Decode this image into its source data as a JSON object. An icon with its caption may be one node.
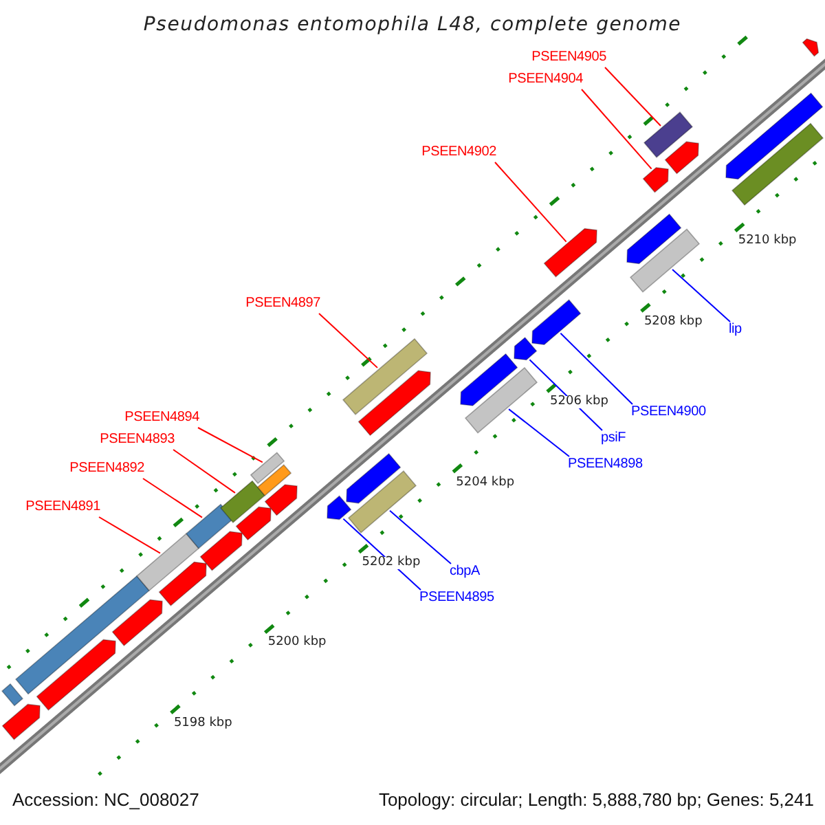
{
  "diagram": {
    "title": "Pseudomonas entomophila L48, complete genome",
    "nodes": [
      {
        "text": [
          "PSEEN4905"
        ]
      },
      {
        "text": [
          "PSEEN4904"
        ]
      },
      {
        "text": [
          "PSEEN4902"
        ]
      },
      {
        "text": [
          "PSEEN4897"
        ]
      },
      {
        "text": [
          "PSEEN4894"
        ]
      },
      {
        "text": [
          "PSEEN4893"
        ]
      },
      {
        "text": [
          "PSEEN4892"
        ]
      },
      {
        "text": [
          "PSEEN4891"
        ]
      },
      {
        "text": [
          "lip"
        ]
      },
      {
        "text": [
          "PSEEN4900"
        ]
      },
      {
        "text": [
          "psiF"
        ]
      },
      {
        "text": [
          "PSEEN4898"
        ]
      },
      {
        "text": [
          "cbpA"
        ]
      },
      {
        "text": [
          "PSEEN4895"
        ]
      },
      {
        "text": [],
        "shape": "bar"
      },
      {
        "text": [],
        "shape": "arrow"
      },
      {
        "text": [],
        "shape": "arrow"
      },
      {
        "text": [],
        "shape": "bar"
      },
      {
        "text": [],
        "shape": "arrow"
      },
      {
        "text": [],
        "shape": "bar"
      },
      {
        "text": [],
        "shape": "arrow"
      },
      {
        "text": [],
        "shape": "bar"
      },
      {
        "text": [],
        "shape": "arrow"
      },
      {
        "text": [],
        "shape": "bar"
      },
      {
        "text": [],
        "shape": "arrow"
      },
      {
        "text": [],
        "shape": "bar"
      },
      {
        "text": [],
        "shape": "bar"
      },
      {
        "text": [],
        "shape": "arrow"
      },
      {
        "text": [],
        "shape": "arrow"
      },
      {
        "text": [],
        "shape": "arrow"
      },
      {
        "text": [],
        "shape": "bar"
      },
      {
        "text": [],
        "shape": "bar"
      },
      {
        "text": [],
        "shape": "arrow"
      },
      {
        "text": [],
        "shape": "arrow"
      },
      {
        "text": [],
        "shape": "bar"
      },
      {
        "text": [],
        "shape": "arrow"
      },
      {
        "text": [],
        "shape": "arrow"
      },
      {
        "text": [],
        "shape": "arrow"
      },
      {
        "text": [],
        "shape": "arrow"
      },
      {
        "text": [],
        "shape": "arrow"
      },
      {
        "text": [],
        "shape": "bar"
      },
      {
        "text": [],
        "shape": "bar"
      },
      {
        "text": [],
        "shape": "arrow"
      },
      {
        "text": [],
        "shape": "arrow"
      },
      {
        "text": [],
        "shape": "bar"
      },
      {
        "text": [],
        "shape": "arrow"
      }
    ],
    "edges": [
      {
        "from": 0,
        "to": 41,
        "arrow": "none"
      },
      {
        "from": 1,
        "to": 39,
        "arrow": "none"
      },
      {
        "from": 2,
        "to": 37,
        "arrow": "none"
      },
      {
        "from": 3,
        "to": 31,
        "arrow": "none"
      },
      {
        "from": 4,
        "to": 25,
        "arrow": "none"
      },
      {
        "from": 5,
        "to": 23,
        "arrow": "none"
      },
      {
        "from": 6,
        "to": 21,
        "arrow": "none"
      },
      {
        "from": 7,
        "to": 19,
        "arrow": "none"
      },
      {
        "from": 8,
        "to": 40,
        "arrow": "none",
        "color": "#0000ff"
      },
      {
        "from": 9,
        "to": 36,
        "arrow": "none",
        "color": "#0000ff"
      },
      {
        "from": 10,
        "to": 35,
        "arrow": "none",
        "color": "#0000ff"
      },
      {
        "from": 11,
        "to": 34,
        "arrow": "none",
        "color": "#0000ff"
      },
      {
        "from": 12,
        "to": 30,
        "arrow": "none",
        "color": "#0000ff"
      },
      {
        "from": 13,
        "to": 28,
        "arrow": "none",
        "color": "#0000ff"
      }
    ],
    "labels": [
      "5210 kbp",
      "5208 kbp",
      "5206 kbp",
      "5204 kbp",
      "5202 kbp",
      "5200 kbp",
      "5198 kbp",
      "Accession: NC_008027",
      "Topology: circular; Length: 5,888,780 bp; Genes: 5,241"
    ]
  }
}
